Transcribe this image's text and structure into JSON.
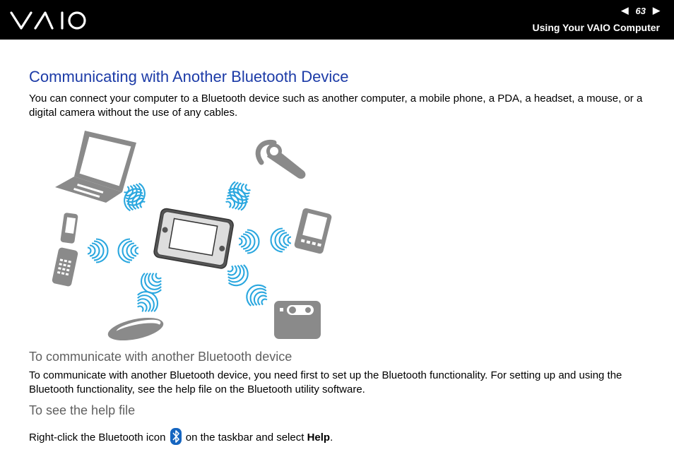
{
  "header": {
    "logo_text": "VAIO",
    "page_number": "63",
    "section": "Using Your VAIO Computer",
    "prev_icon": "triangle-left-icon",
    "next_icon": "triangle-right-icon"
  },
  "main": {
    "title": "Communicating with Another Bluetooth Device",
    "intro": "You can connect your computer to a Bluetooth device such as another computer, a mobile phone, a PDA, a headset, a mouse, or a digital camera without the use of any cables.",
    "subsection1": {
      "heading": "To communicate with another Bluetooth device",
      "text": "To communicate with another Bluetooth device, you need first to set up the Bluetooth functionality. For setting up and using the Bluetooth functionality, see the help file on the Bluetooth utility software."
    },
    "subsection2": {
      "heading": "To see the help file",
      "text_before": "Right-click the Bluetooth icon",
      "text_middle": " on the taskbar and select ",
      "bold_word": "Help",
      "text_after": "."
    }
  },
  "colors": {
    "title": "#1c3ba7",
    "subheading": "#606060",
    "waves": "#2aa7df",
    "device_gray": "#7a7a7a",
    "bluetooth_blue": "#1565c0"
  }
}
